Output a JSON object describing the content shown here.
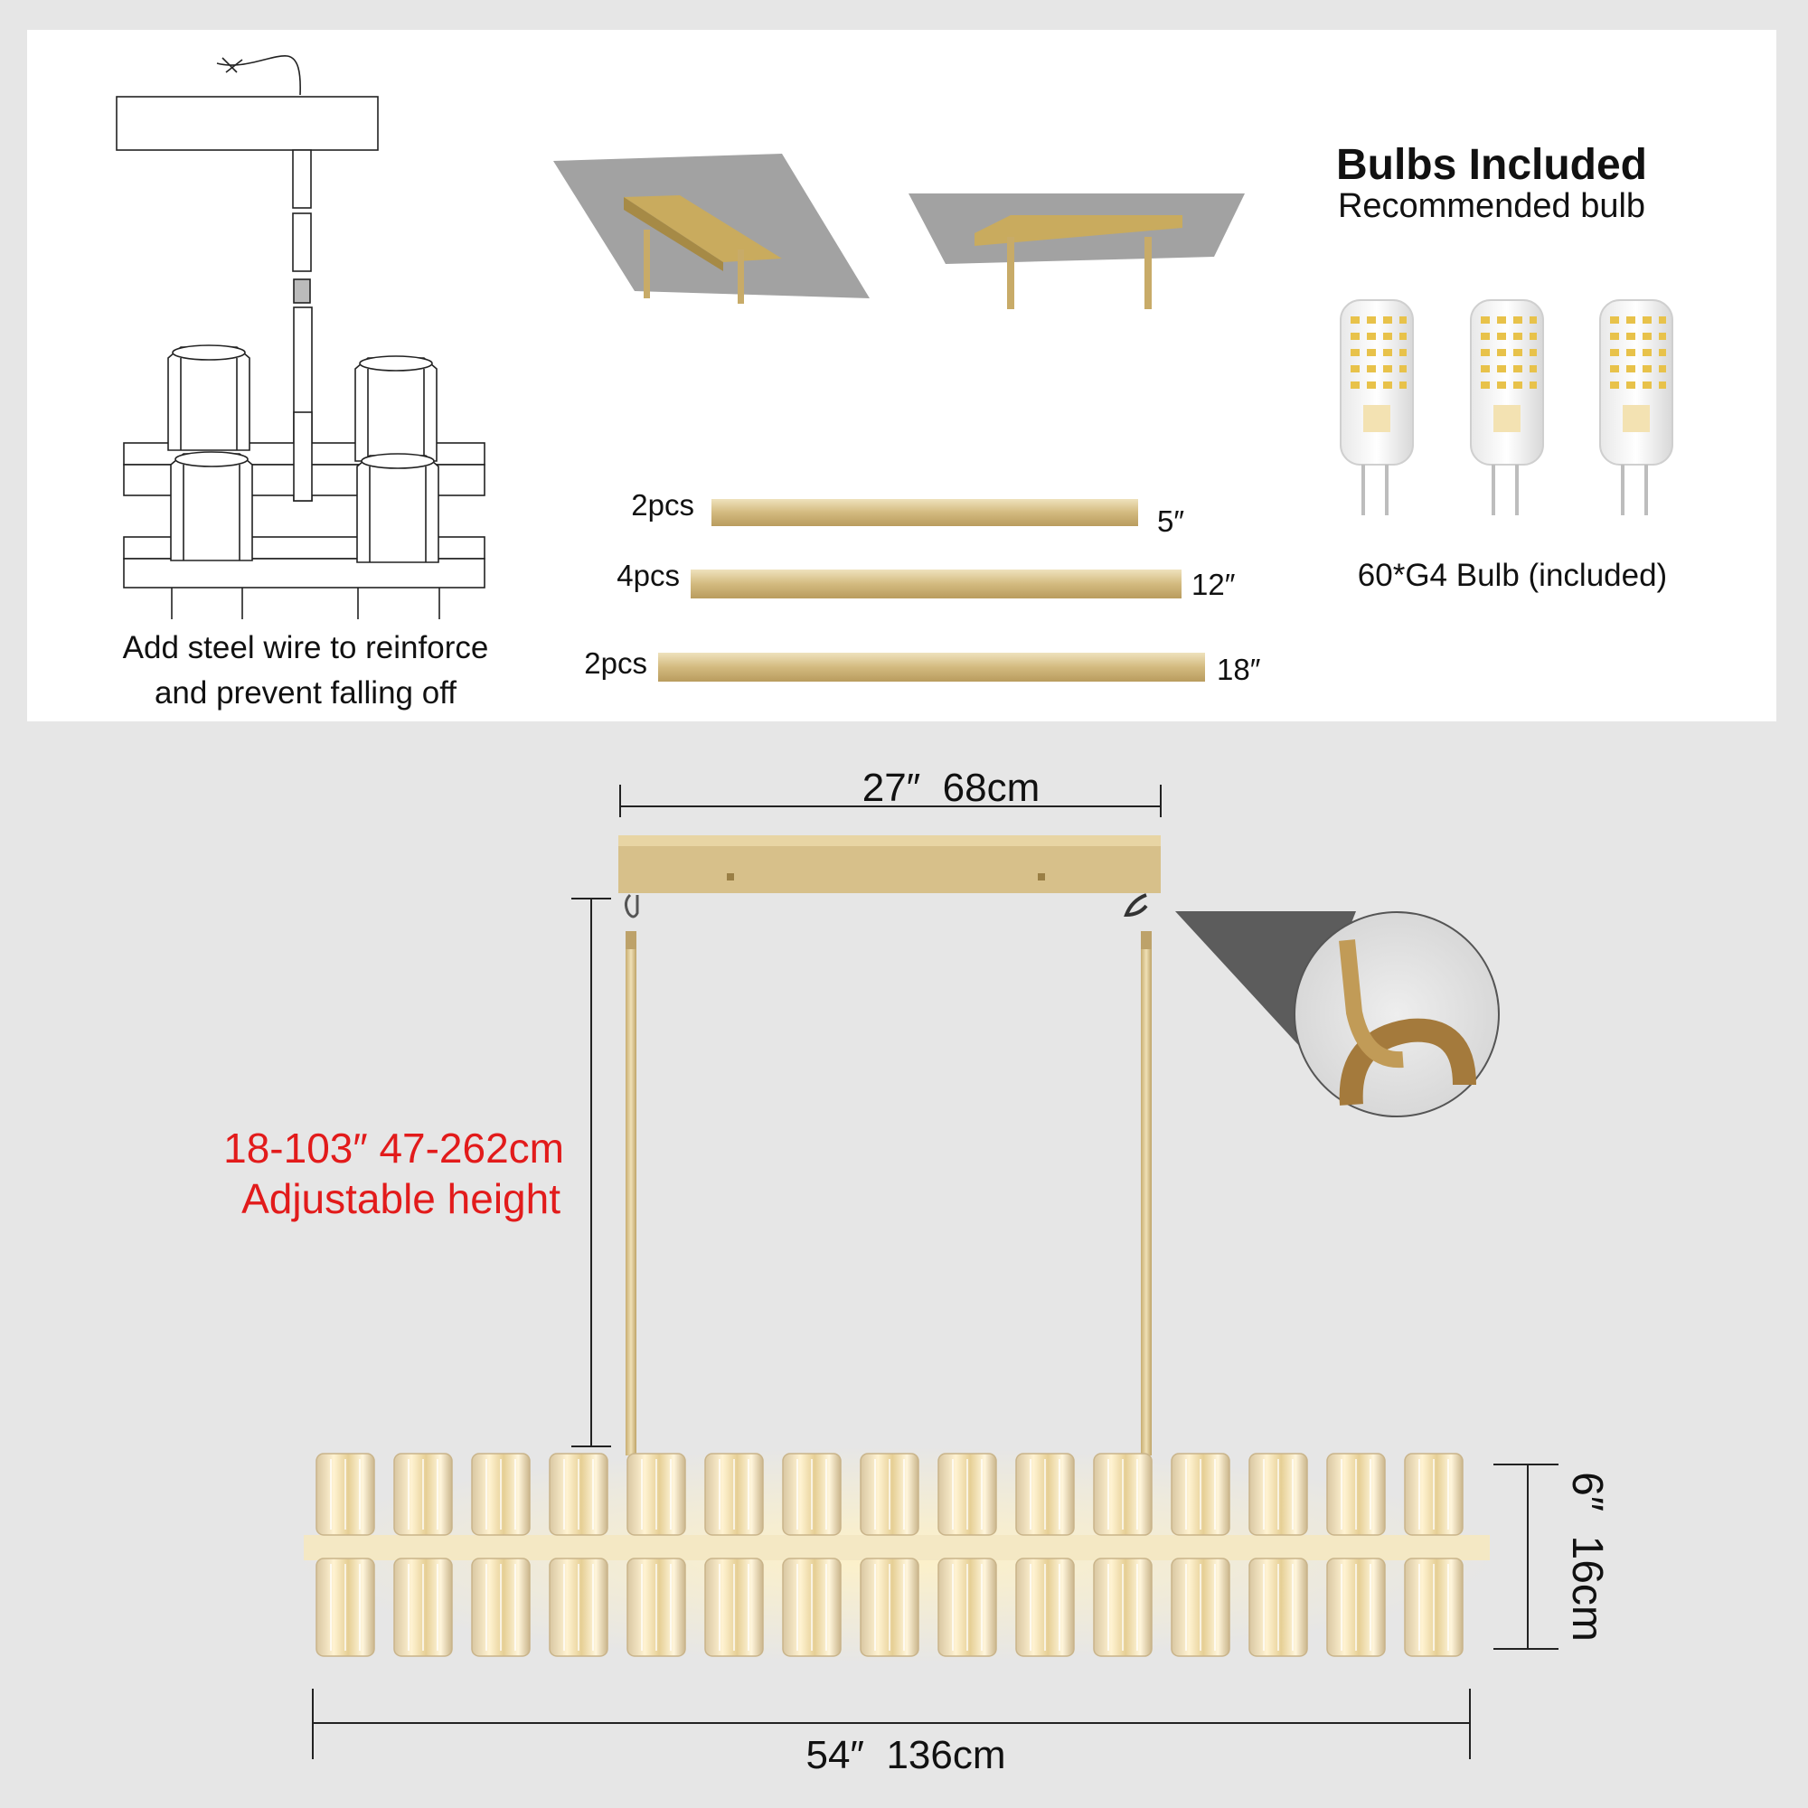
{
  "installation": {
    "caption_line1": "Add steel wire to reinforce",
    "caption_line2": "and prevent falling off"
  },
  "rods": [
    {
      "qty": "2pcs",
      "length": "5″"
    },
    {
      "qty": "4pcs",
      "length": "12″"
    },
    {
      "qty": "2pcs",
      "length": "18″"
    }
  ],
  "bulbs": {
    "title": "Bulbs Included",
    "subtitle": "Recommended bulb",
    "caption": "60*G4 Bulb (included)"
  },
  "dimensions": {
    "canopy_width": "27″  68cm",
    "height_range": "18-103″ 47-262cm",
    "height_label": "Adjustable height",
    "body_height": "6″  16cm",
    "body_length": "54″  136cm"
  },
  "colors": {
    "accent_red": "#e21b1b",
    "gold": "#d8c08a",
    "panel": "#ffffff",
    "background": "#e6e6e6"
  },
  "crystal_count": 15
}
